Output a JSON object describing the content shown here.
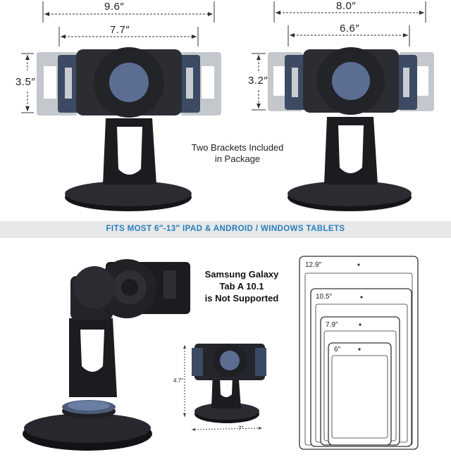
{
  "left_product": {
    "width_outer": "9.6″",
    "width_inner": "7.7″",
    "height": "3.5″"
  },
  "right_product": {
    "width_outer": "8.0″",
    "width_inner": "6.6″",
    "height": "3.2″"
  },
  "caption": {
    "line1": "Two Brackets Included",
    "line2": "in Package"
  },
  "banner": {
    "text": "FITS MOST 6″-13″ IPAD & ANDROID / WINDOWS TABLETS"
  },
  "warning": {
    "line1": "Samsung Galaxy",
    "line2": "Tab A 10.1",
    "line3": "is Not Supported"
  },
  "small_stand": {
    "height": "4.7″",
    "base": "7″"
  },
  "tablet_sizes": [
    "12.9″",
    "10.5″",
    "7.9″",
    "6″"
  ],
  "colors": {
    "banner_text": "#2a7fb8",
    "banner_bg": "#e6e8ea",
    "stand": "#1c1d20",
    "bracket_dark": "#3c4b63",
    "bracket_light": "#b8bcc2"
  }
}
